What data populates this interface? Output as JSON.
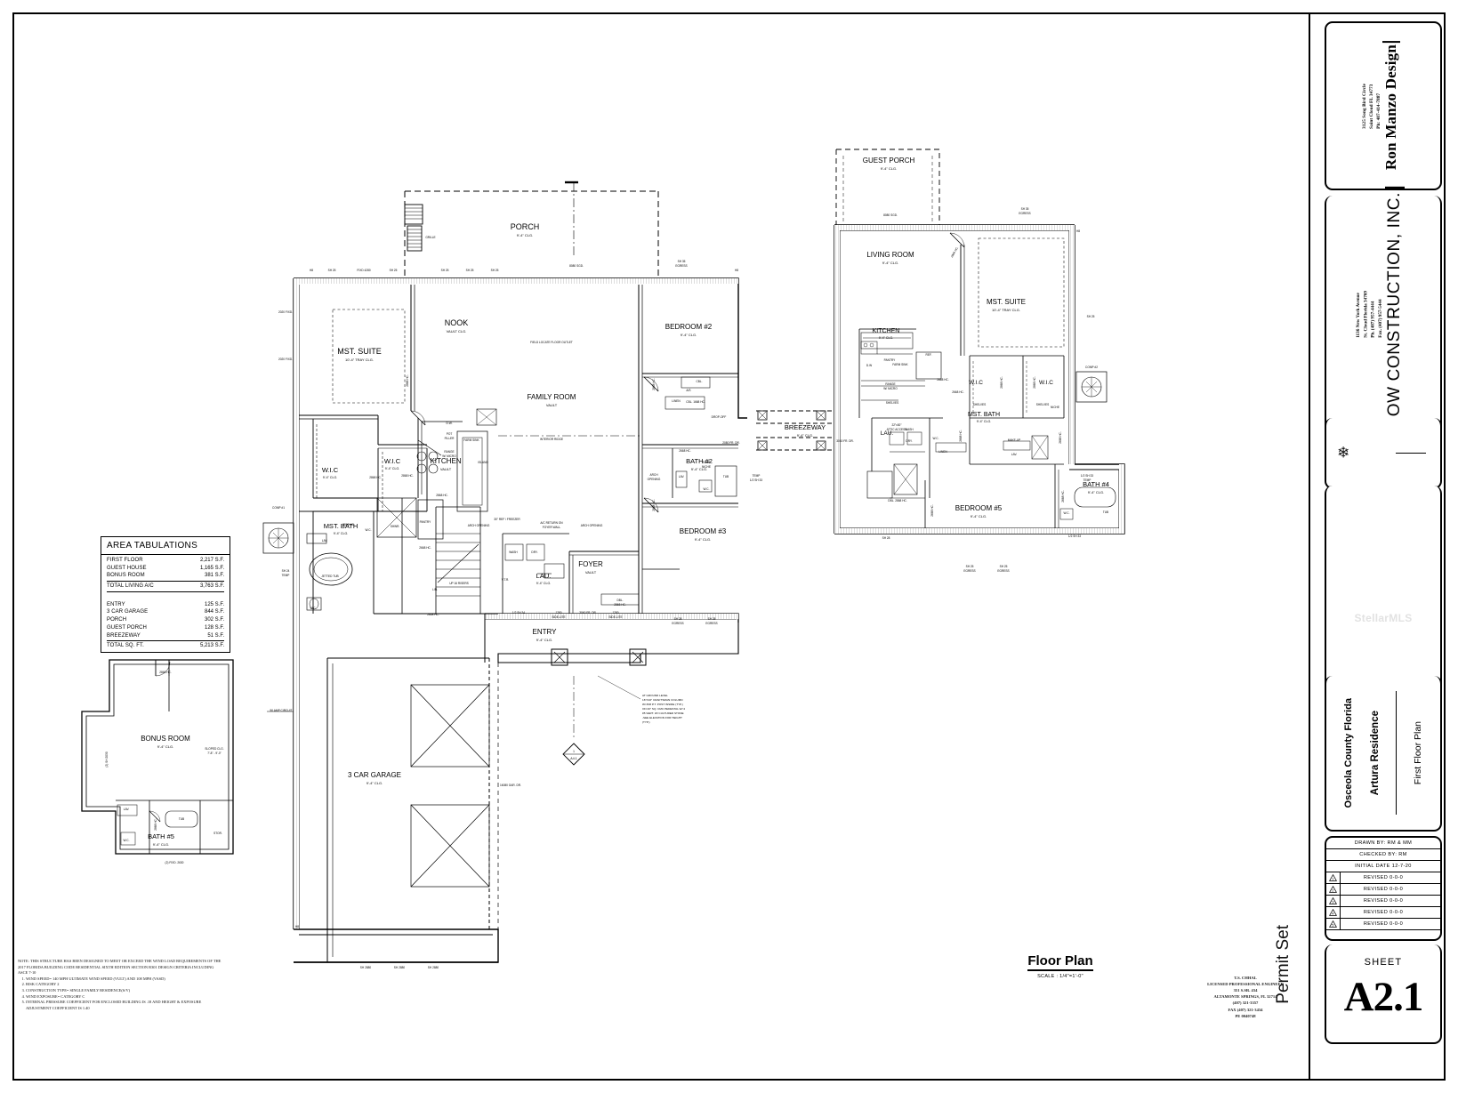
{
  "sheet": {
    "number": "A2.1",
    "sheet_word": "SHEET",
    "permit_set": "Permit Set"
  },
  "firm": {
    "name": "Ron Manzo Design",
    "address_line1": "3125 Song Bird Circle",
    "address_line2": "Saint Cloud FL 34773",
    "phone": "Ph: 407-414-7887"
  },
  "builder": {
    "name": "SNOW CONSTRUCTION, INC.",
    "address_line1": "1136 New York Avenue",
    "address_line2": "St. Cloud Florida 34769",
    "phone": "Ph. (407) 957-4444",
    "fax": "Fax. (407) 957-5444"
  },
  "watermark": "StellarMLS",
  "project": {
    "sheet_title": "First Floor Plan",
    "name": "Artura Residence",
    "location": "Osceola County Florida"
  },
  "revisions": {
    "drawn_by": "DRAWN  BY:    RM  &  MM",
    "checked_by": "CHECKED  BY:   RM",
    "initial_date": "INITIAL  DATE  12-7-20",
    "rows": [
      {
        "num": "1",
        "label": "REVISED  0-0-0"
      },
      {
        "num": "2",
        "label": "REVISED  0-0-0"
      },
      {
        "num": "3",
        "label": "REVISED  0-0-0"
      },
      {
        "num": "4",
        "label": "REVISED  0-0-0"
      },
      {
        "num": "5",
        "label": "REVISED  0-0-0"
      }
    ]
  },
  "engineer": {
    "line1": "T.S. CHHAL",
    "line2": "LICENSED PROFESSIONAL ENGINEER",
    "line3": "351 S.SR. 434",
    "line4": "ALTAMONTE SPRINGS, FL 32714",
    "line5": "(407) 321-3357",
    "line6": "FAX (407) 321-3434",
    "line7": "PE 0040748"
  },
  "drawing_caption": {
    "title": "Floor Plan",
    "scale": "SCALE : 1/4\"=1'-0\""
  },
  "area_tabulations": {
    "title": "AREA TABULATIONS",
    "living": [
      {
        "label": "FIRST FLOOR",
        "value": "2,217 S.F."
      },
      {
        "label": "GUEST HOUSE",
        "value": "1,165 S.F."
      },
      {
        "label": "BONUS ROOM",
        "value": "381 S.F."
      }
    ],
    "living_total": {
      "label": "TOTAL LIVING A/C",
      "value": "3,763 S.F."
    },
    "other": [
      {
        "label": "ENTRY",
        "value": "125 S.F."
      },
      {
        "label": "3 CAR GARAGE",
        "value": "844 S.F."
      },
      {
        "label": "PORCH",
        "value": "302 S.F."
      },
      {
        "label": "GUEST PORCH",
        "value": "128 S.F."
      },
      {
        "label": "BREEZEWAY",
        "value": "51 S.F."
      }
    ],
    "grand_total": {
      "label": "TOTAL SQ. FT.",
      "value": "5,213 S.F."
    }
  },
  "structural_note": {
    "heading": "NOTE: THIS STRUCTURE HAS BEEN DESIGNED TO MEET OR EXCEED THE WIND LOAD REQUIREMENTS OF THE 2017 FLORIDA BUILDING CODE RESIDENTIAL SIXTH EDITION SECTION R301 DESIGN CRITERIA INCLUDING ASCE 7-10",
    "items": [
      "WIND SPEED= 140 MPH ULTIMATE WIND SPEED (VULT) AND 108 MPH (VASD)",
      "RISK CATEGORY 2",
      "CONSTRUCTION TYPE= SINGLE FAMILY RESIDENCE(S/V)",
      "WIND EXPOSURE= CATEGORY C",
      "INTERNAL PRESSURE COEFFICIENT FOR ENCLOSED BUILDING IS .18 AND HEIGHT & EXPOSURE ADJUSTMENT COEFFICIENT IS 1.40"
    ]
  },
  "rooms": {
    "main_house": [
      {
        "name": "PORCH",
        "ceiling": "9'-4\" CLG."
      },
      {
        "name": "NOOK",
        "ceiling": "VAULT CLG."
      },
      {
        "name": "MST. SUITE",
        "ceiling": "10'-4\" TRAY CLG."
      },
      {
        "name": "FAMILY ROOM",
        "ceiling": "VAULT"
      },
      {
        "name": "BEDROOM #2",
        "ceiling": "9'-4\" CLG."
      },
      {
        "name": "BEDROOM #3",
        "ceiling": "9'-4\" CLG."
      },
      {
        "name": "W.I.C",
        "ceiling": "9'-4\" CLG."
      },
      {
        "name": "W.I.C",
        "ceiling": "9'-4\" CLG."
      },
      {
        "name": "KITCHEN",
        "ceiling": "VAULT"
      },
      {
        "name": "MST. BATH",
        "ceiling": "9'-4\" CLG."
      },
      {
        "name": "BATH #2",
        "ceiling": "9'-4\" CLG."
      },
      {
        "name": "FOYER",
        "ceiling": "VAULT"
      },
      {
        "name": "LAU.",
        "ceiling": "9'-4\" CLG."
      },
      {
        "name": "ENTRY",
        "ceiling": "9'-4\" CLG."
      },
      {
        "name": "3 CAR GARAGE",
        "ceiling": "9'-4\" CLG."
      },
      {
        "name": "BREEZEWAY",
        "ceiling": "9'-4\" CLG."
      }
    ],
    "guest_house": [
      {
        "name": "GUEST PORCH",
        "ceiling": "9'-4\" CLG."
      },
      {
        "name": "LIVING ROOM",
        "ceiling": "9'-4\" CLG."
      },
      {
        "name": "MST. SUITE",
        "ceiling": "10'-4\" TRAY CLG."
      },
      {
        "name": "KITCHEN",
        "ceiling": "9'-4\" CLG."
      },
      {
        "name": "W.I.C",
        "ceiling": ""
      },
      {
        "name": "W.I.C",
        "ceiling": ""
      },
      {
        "name": "MST. BATH",
        "ceiling": "9'-4\" CLG."
      },
      {
        "name": "BEDROOM #5",
        "ceiling": "9'-4\" CLG."
      },
      {
        "name": "BATH #4",
        "ceiling": "9'-4\" CLG."
      },
      {
        "name": "LAU.",
        "ceiling": ""
      }
    ],
    "bonus": [
      {
        "name": "BONUS ROOM",
        "ceiling": "9'-4\" CLG."
      },
      {
        "name": "BATH #5",
        "ceiling": "9'-4\" CLG."
      }
    ]
  },
  "plan_annotations": {
    "porch_grille": "GRILLE",
    "field_outlet": "FIELD LOCATE FLOOR OUTLET",
    "interior_ridge": "INTERIOR RIDGE",
    "island": "ISLAND",
    "farm_sink": "FARM SINK",
    "pot_filler": "POT FILLER",
    "range": "RANGE W/ MICRO",
    "dw": "D.W.",
    "pantry": "PANTRY",
    "shwr": "SHWR.",
    "lav": "LAV.",
    "wc": "W.C.",
    "tub": "TUB",
    "jetted_tub": "JETTED TUB",
    "lin": "LIN.",
    "wash": "WASH",
    "dry": "DRY.",
    "ref_freezer": "30\" REF / FREEZER",
    "ac_return": "A/C RETURN ON FOYER WALL",
    "arch_opening": "ARCH OPENING",
    "drop_off": "DROP-OFF",
    "soap_niche": "SOAP NICHE",
    "shelves": "SHELVES",
    "attic_access": "22\"x30\" ATTIC ACCESS",
    "make_up": "MAKE-UP",
    "linen": "LINEN",
    "niche": "NICHE",
    "comp1": "COMP #1",
    "comp2": "COMP #2",
    "amp_circuit": "50 AMP CIRCUIT",
    "sloped_clg": "SLOPED CLG. 7'-8\" - 9'-0\"",
    "stor": "STOR.",
    "vtr": "V.T.R.",
    "up16": "UP 16 RISERS",
    "ground_level_note": "AT GROUND LEVEL 16\"x16\" CRAFTSMAN COLUMN W/ 8X8 P.T. POST INSIDE (TYP.) ON 20\" SQ. CMU PEDESTAL W/ 4 #5 VERT. W/ CULTURED STONE -SEE ELEVATION FOR HEIGHT (TYP.)",
    "garage_door": "16080 GAR. DR.",
    "detail_tag": "A4.1"
  },
  "window_tags": {
    "main_top": [
      "H8",
      "SH 25",
      "FIXD 4280",
      "SH 25",
      "SH 25",
      "SH 25",
      "SH 25",
      "8080 SGD.",
      "SH 35 EGRESS",
      "H8"
    ],
    "main_left": [
      "2020 FIXD.",
      "2020 FIXD.",
      "SH 24 TEMP"
    ],
    "main_bottom": [
      "SH 28 EGRESS",
      "SH 28 EGRESS",
      "1/2 SH 34",
      "1280 3060 FR. DR. 1280 SIDE-LITE  SIDE-LITE",
      "SH 2880",
      "SH 2880",
      "SH 2880",
      "H8"
    ],
    "guest_top": [
      "8080 SGD.",
      "SH 35 EGRESS",
      "H8",
      "SH 25"
    ],
    "guest_bottom": [
      "SH 28",
      "SH 25 EGRESS",
      "SH 25 EGRESS",
      "1/2 SH 33"
    ],
    "bonus": [
      "(2) SH 2030",
      "(2) FIXD. 2630"
    ],
    "misc": [
      "2668 HC.",
      "2868 HC.",
      "3068 HC.",
      "2868 HC.",
      "1/2 SH 33 TEMP",
      "TEMP 1/2 SH 33",
      "2080 FR. DR.",
      "3060 FR. DR."
    ]
  }
}
